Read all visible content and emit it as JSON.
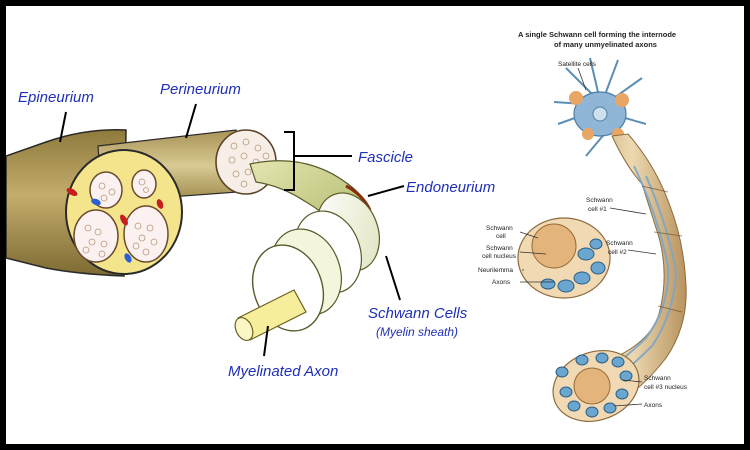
{
  "left_labels": {
    "epineurium": "Epineurium",
    "perineurium": "Perineurium",
    "fascicle": "Fascicle",
    "endoneurium": "Endoneurium",
    "schwann_cells": "Schwann Cells",
    "myelin_sheath": "(Myelin sheath)",
    "myelinated_axon": "Myelinated Axon"
  },
  "right_panel": {
    "title_line1": "A single Schwann cell forming the internode",
    "title_line2": "of many unmyelinated axons",
    "satellite_cells": "Satellite cells",
    "schwann_cell_1_a": "Schwann",
    "schwann_cell_1_b": "cell #1",
    "schwann_cell_2_a": "Schwann",
    "schwann_cell_2_b": "cell #2",
    "inset_schwann_a": "Schwann",
    "inset_schwann_b": "cell",
    "inset_nucleus_a": "Schwann",
    "inset_nucleus_b": "cell nucleus",
    "neurilemma": "Neurilemma",
    "axons_inset": "Axons",
    "schwann_cell_3_a": "Schwann",
    "schwann_cell_3_b": "cell #3 nucleus",
    "axons_bottom": "Axons"
  },
  "colors": {
    "label_blue": "#1f2fb8",
    "nerve_tan": "#b8a265",
    "fascicle_tan": "#d4c48e",
    "cross_section_yellow": "#f4e58c",
    "endoneurium_green": "#c9cf8a",
    "schwann_pale": "#f5f7df",
    "axon_yellow": "#f6ee9a"
  }
}
